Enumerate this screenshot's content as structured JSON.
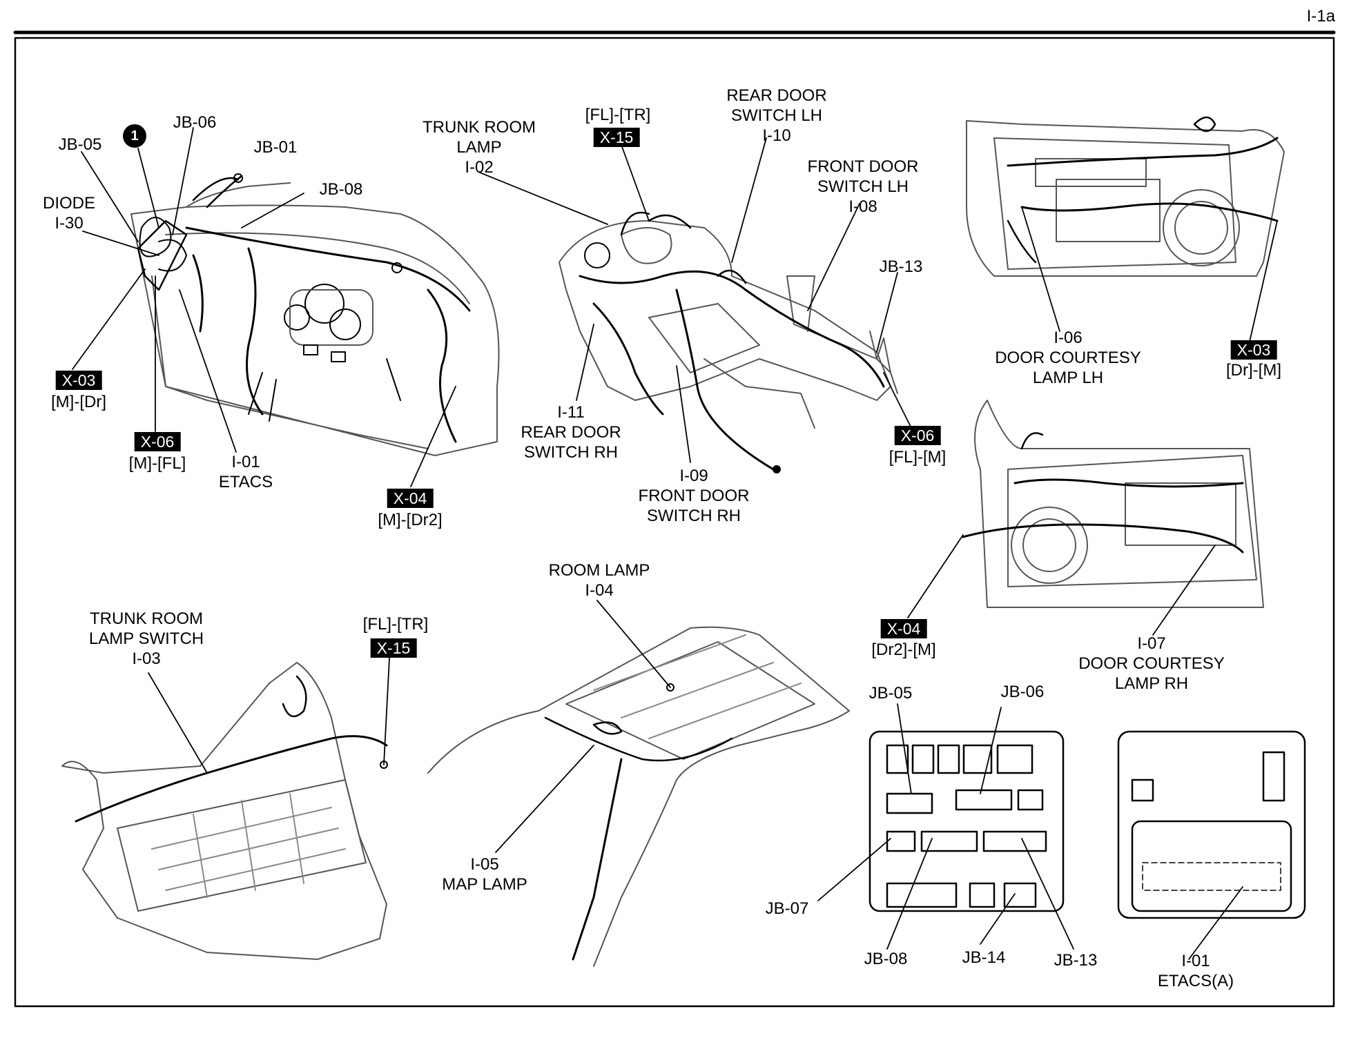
{
  "page_id": "I-1a",
  "marker_number": "1",
  "labels": {
    "jb05_dash": [
      "JB-05"
    ],
    "jb06_dash": [
      "JB-06"
    ],
    "jb01": [
      "JB-01"
    ],
    "jb08_dash": [
      "JB-08"
    ],
    "diode": [
      "DIODE",
      "I-30"
    ],
    "etacs": [
      "I-01",
      "ETACS"
    ],
    "trunk_lamp": [
      "TRUNK ROOM",
      "LAMP",
      "I-02"
    ],
    "rear_door_lh": [
      "REAR DOOR",
      "SWITCH LH",
      "I-10"
    ],
    "front_door_lh": [
      "FRONT DOOR",
      "SWITCH LH",
      "I-08"
    ],
    "jb13_floor": [
      "JB-13"
    ],
    "rear_door_rh": [
      "I-11",
      "REAR DOOR",
      "SWITCH RH"
    ],
    "front_door_rh": [
      "I-09",
      "FRONT DOOR",
      "SWITCH RH"
    ],
    "courtesy_lh": [
      "I-06",
      "DOOR COURTESY",
      "LAMP LH"
    ],
    "courtesy_rh": [
      "I-07",
      "DOOR COURTESY",
      "LAMP RH"
    ],
    "trunk_switch": [
      "TRUNK ROOM",
      "LAMP SWITCH",
      "I-03"
    ],
    "room_lamp": [
      "ROOM LAMP",
      "I-04"
    ],
    "map_lamp": [
      "I-05",
      "MAP LAMP"
    ],
    "jb05_box": [
      "JB-05"
    ],
    "jb06_box": [
      "JB-06"
    ],
    "jb07": [
      "JB-07"
    ],
    "jb08_box": [
      "JB-08"
    ],
    "jb14": [
      "JB-14"
    ],
    "jb13_box": [
      "JB-13"
    ],
    "etacs_a": [
      "I-01",
      "ETACS(A)"
    ]
  },
  "connectors": {
    "x03_dash": {
      "badge": "X-03",
      "sub": "[M]-[Dr]"
    },
    "x06_dash": {
      "badge": "X-06",
      "sub": "[M]-[FL]"
    },
    "x04_dash": {
      "badge": "X-04",
      "sub": "[M]-[Dr2]"
    },
    "x15_floor": {
      "top": "[FL]-[TR]",
      "badge": "X-15"
    },
    "x06_floor": {
      "badge": "X-06",
      "sub": "[FL]-[M]"
    },
    "x03_door": {
      "badge": "X-03",
      "sub": "[Dr]-[M]"
    },
    "x04_door": {
      "badge": "X-04",
      "sub": "[Dr2]-[M]"
    },
    "x15_trunk": {
      "top": "[FL]-[TR]",
      "badge": "X-15"
    }
  }
}
